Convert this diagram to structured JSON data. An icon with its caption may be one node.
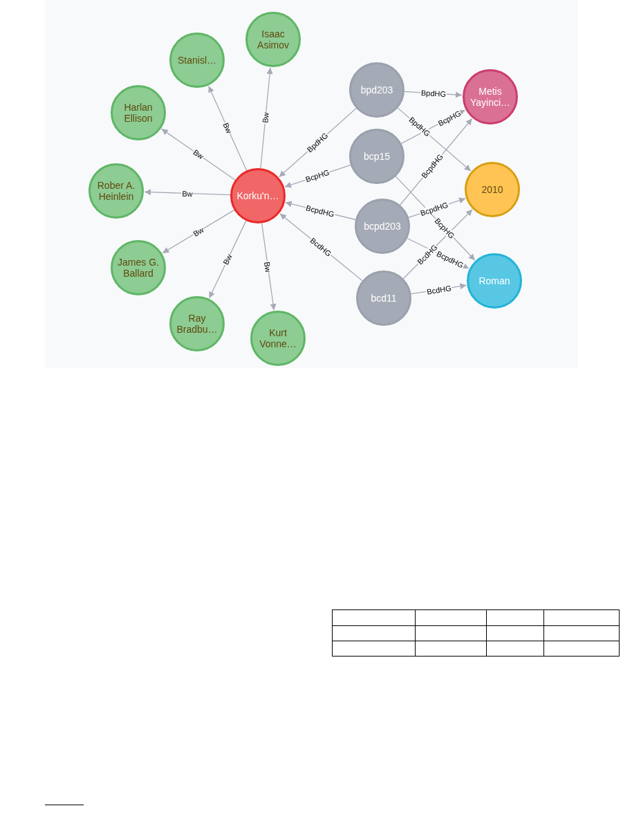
{
  "diagram": {
    "nodes": [
      {
        "text": [
          "Korku'n…"
        ]
      },
      {
        "text": [
          "Isaac Asimov"
        ]
      },
      {
        "text": [
          "Stanisl…"
        ]
      },
      {
        "text": [
          "Harlan Ellison"
        ]
      },
      {
        "text": [
          "Rober A. Heinlein"
        ]
      },
      {
        "text": [
          "James G. Ballard"
        ]
      },
      {
        "text": [
          "Ray Bradbu…"
        ]
      },
      {
        "text": [
          "Kurt Vonne…"
        ]
      },
      {
        "text": [
          "bpd203"
        ]
      },
      {
        "text": [
          "bcp15"
        ]
      },
      {
        "text": [
          "bcpd203"
        ]
      },
      {
        "text": [
          "bcd11"
        ]
      },
      {
        "text": [
          "Metis Yayinci…"
        ]
      },
      {
        "text": [
          "2010"
        ]
      },
      {
        "text": [
          "Roman"
        ]
      }
    ],
    "edges": [
      {
        "from": 0,
        "to": 1,
        "arrow": "to",
        "label": "Bw"
      },
      {
        "from": 0,
        "to": 2,
        "arrow": "to",
        "label": "Bw"
      },
      {
        "from": 0,
        "to": 3,
        "arrow": "to",
        "label": "Bw"
      },
      {
        "from": 0,
        "to": 4,
        "arrow": "to",
        "label": "Bw"
      },
      {
        "from": 0,
        "to": 5,
        "arrow": "to",
        "label": "Bw"
      },
      {
        "from": 0,
        "to": 6,
        "arrow": "to",
        "label": "Bw"
      },
      {
        "from": 0,
        "to": 7,
        "arrow": "to",
        "label": "Bw"
      },
      {
        "from": 8,
        "to": 0,
        "arrow": "to",
        "label": "BpdHG"
      },
      {
        "from": 8,
        "to": 12,
        "arrow": "to",
        "label": "BpdHG"
      },
      {
        "from": 8,
        "to": 13,
        "arrow": "to",
        "label": "BpdHG"
      },
      {
        "from": 9,
        "to": 0,
        "arrow": "to",
        "label": "BcpHG"
      },
      {
        "from": 9,
        "to": 12,
        "arrow": "to",
        "label": "BcpHG"
      },
      {
        "from": 9,
        "to": 14,
        "arrow": "to",
        "label": "BcpHG"
      },
      {
        "from": 10,
        "to": 0,
        "arrow": "to",
        "label": "BcpdHG"
      },
      {
        "from": 10,
        "to": 12,
        "arrow": "to",
        "label": "BcpdHG"
      },
      {
        "from": 10,
        "to": 13,
        "arrow": "to",
        "label": "BcpdHG"
      },
      {
        "from": 10,
        "to": 14,
        "arrow": "to",
        "label": "BcpdHG"
      },
      {
        "from": 11,
        "to": 0,
        "arrow": "to",
        "label": "BcdHG"
      },
      {
        "from": 11,
        "to": 13,
        "arrow": "to",
        "label": "BcdHG"
      },
      {
        "from": 11,
        "to": 14,
        "arrow": "to",
        "label": "BcdHG"
      }
    ]
  }
}
